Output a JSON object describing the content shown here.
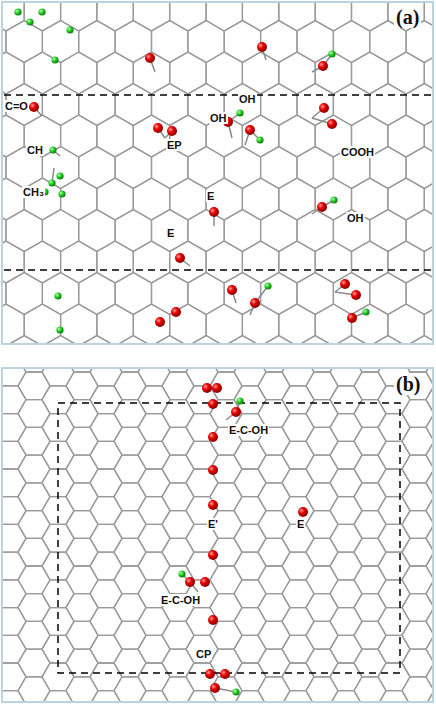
{
  "diagram": {
    "labels": [
      "(a)",
      "C=O",
      "CH",
      "EP",
      "OH",
      "OH",
      "COOH",
      "CH₃",
      "E",
      "OH",
      "E",
      "(b)",
      "E-C-OH",
      "E'",
      "E",
      "E-C-OH",
      "CP"
    ]
  }
}
